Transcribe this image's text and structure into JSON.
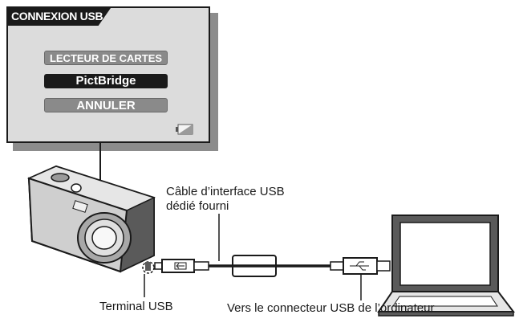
{
  "screen": {
    "title": "CONNEXION USB",
    "menu": [
      {
        "label": "LECTEUR DE CARTES",
        "selected": false
      },
      {
        "label": "PictBridge",
        "selected": true
      },
      {
        "label": "ANNULER",
        "selected": false
      }
    ],
    "battery_icon": "battery-icon"
  },
  "labels": {
    "cable_line1": "Câble d’interface USB",
    "cable_line2": "dédié fourni",
    "terminal": "Terminal USB",
    "computer_connector": "Vers le connecteur USB de l’ordinateur"
  },
  "colors": {
    "screen_bg": "#dcdcdc",
    "screen_shadow": "#8c8c8c",
    "dark": "#1a1a1a",
    "menu_gray": "#8a8a8a"
  }
}
